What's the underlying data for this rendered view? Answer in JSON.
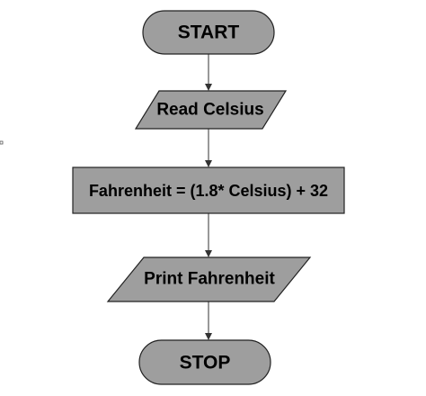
{
  "flowchart": {
    "nodes": [
      {
        "id": "start",
        "shape": "terminator",
        "label": "START"
      },
      {
        "id": "input",
        "shape": "parallelogram",
        "label": "Read Celsius"
      },
      {
        "id": "process",
        "shape": "rectangle",
        "label": "Fahrenheit = (1.8* Celsius) + 32"
      },
      {
        "id": "output",
        "shape": "parallelogram",
        "label": "Print Fahrenheit"
      },
      {
        "id": "stop",
        "shape": "terminator",
        "label": "STOP"
      }
    ],
    "edges": [
      {
        "from": "start",
        "to": "input"
      },
      {
        "from": "input",
        "to": "process"
      },
      {
        "from": "process",
        "to": "output"
      },
      {
        "from": "output",
        "to": "stop"
      }
    ],
    "colors": {
      "shape_fill": "#9e9e9e",
      "shape_stroke": "#222222",
      "connector": "#333333",
      "text": "#000000"
    }
  }
}
